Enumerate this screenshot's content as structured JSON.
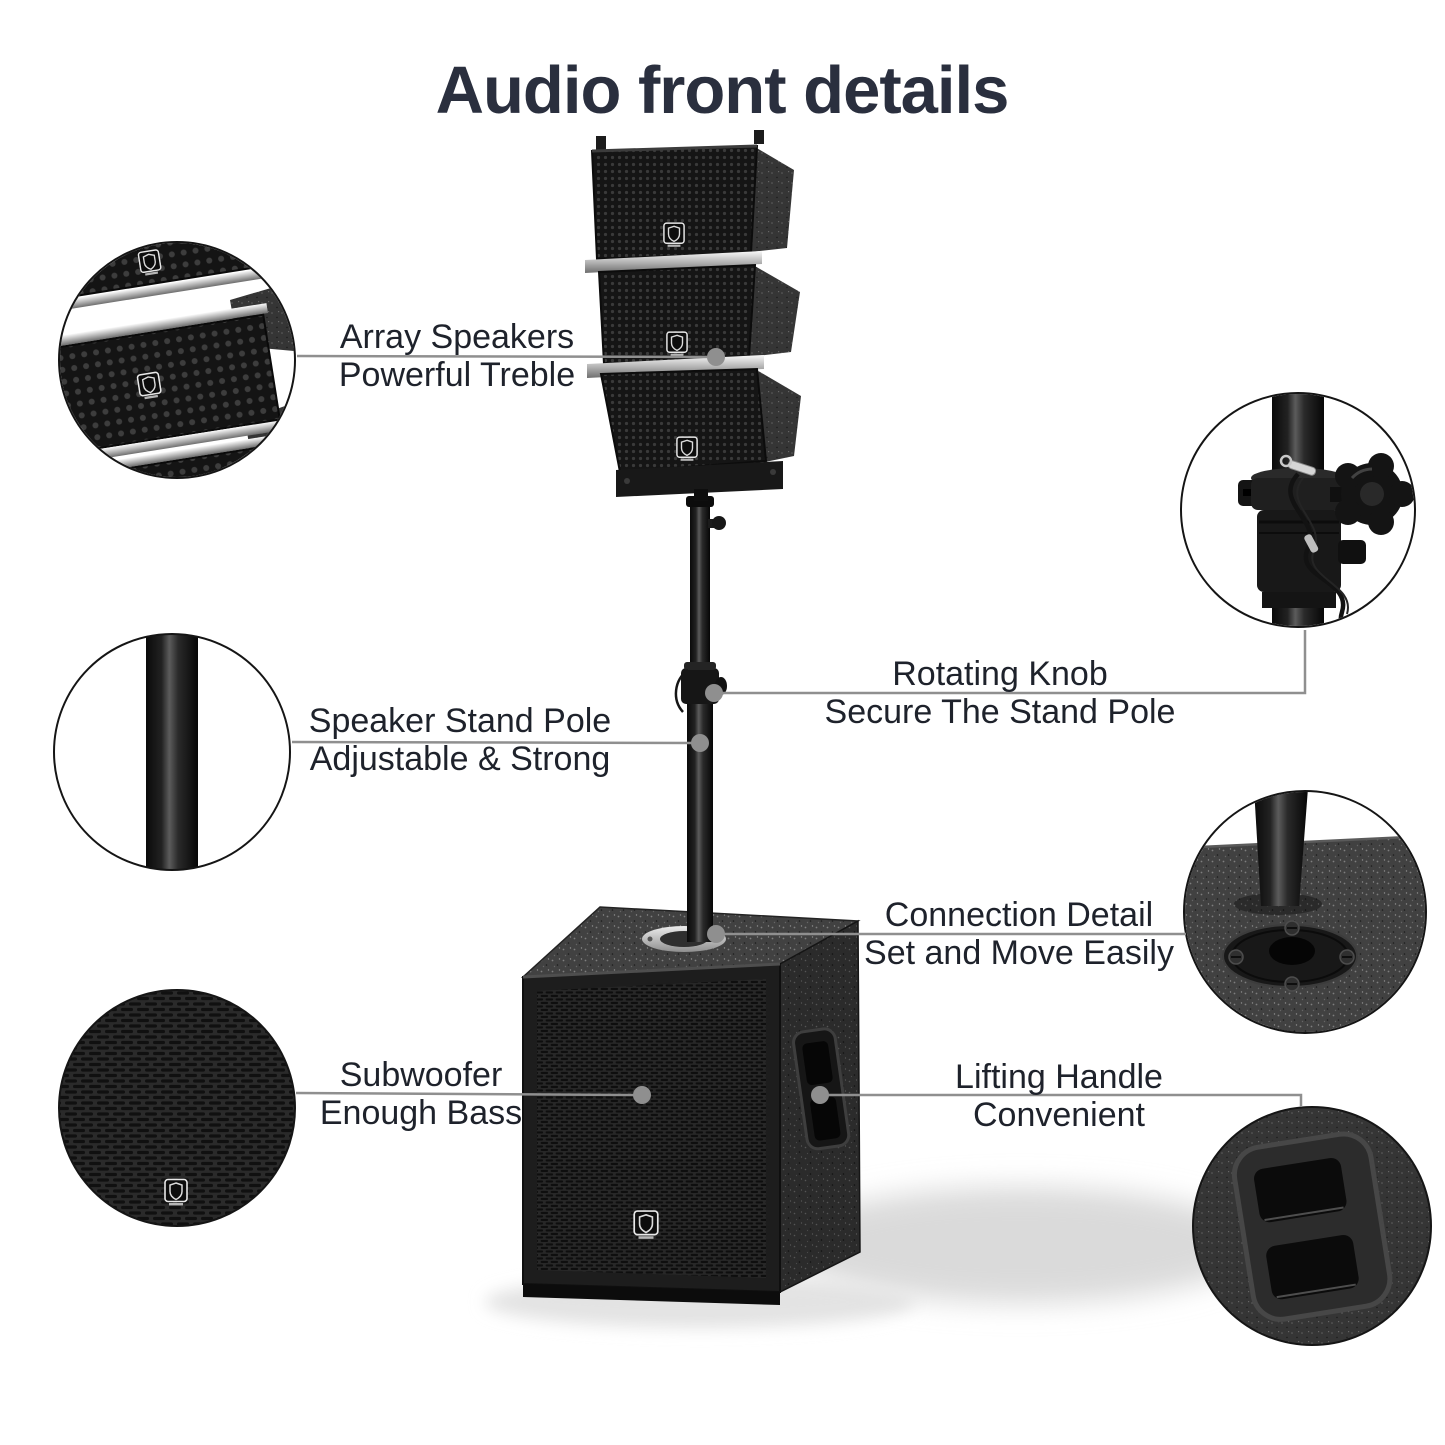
{
  "page": {
    "title": "Audio front details"
  },
  "colors": {
    "title": "#2a2f3e",
    "label": "#1e222b",
    "pointer_line": "#8f8f8f",
    "product_black": "#161616",
    "background": "#ffffff"
  },
  "icons": {
    "brand_badge": "shield-logo-badge"
  },
  "callouts": [
    {
      "name": "array-speakers",
      "line1": "Array Speakers",
      "line2": "Powerful Treble"
    },
    {
      "name": "speaker-stand-pole",
      "line1": "Speaker Stand Pole",
      "line2": "Adjustable & Strong"
    },
    {
      "name": "rotating-knob",
      "line1": "Rotating Knob",
      "line2": "Secure The Stand Pole"
    },
    {
      "name": "connection-detail",
      "line1": "Connection Detail",
      "line2": "Set and Move Easily"
    },
    {
      "name": "subwoofer",
      "line1": "Subwoofer",
      "line2": "Enough Bass"
    },
    {
      "name": "lifting-handle",
      "line1": "Lifting Handle",
      "line2": "Convenient"
    }
  ]
}
